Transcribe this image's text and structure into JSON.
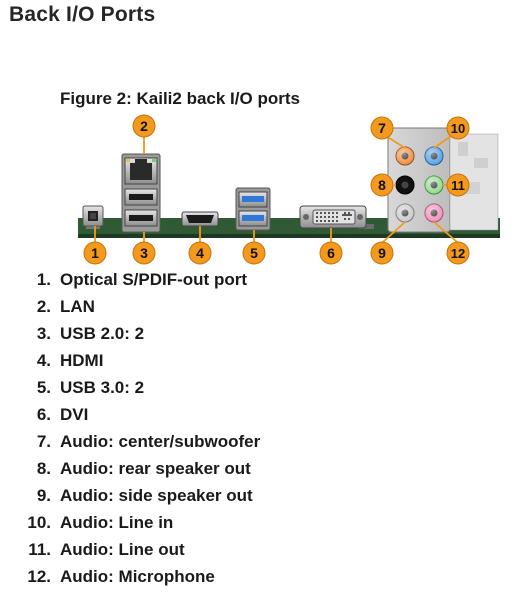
{
  "page": {
    "title": "Back I/O Ports"
  },
  "figure": {
    "caption": "Figure 2: Kaili2 back I/O ports",
    "callouts": [
      "1",
      "2",
      "3",
      "4",
      "5",
      "6",
      "7",
      "8",
      "9",
      "10",
      "11",
      "12"
    ],
    "colors": {
      "callout_fill": "#f39a1e",
      "callout_stroke": "#c87208",
      "board_green": "#2f5a34",
      "usb3_blue": "#2f78d8",
      "audio_orange": "#f08a3a",
      "audio_blue": "#4d9fe6",
      "audio_green": "#8fd88a",
      "audio_pink": "#f08cb4",
      "audio_gray": "#c8c8c8",
      "audio_black": "#111111"
    }
  },
  "ports": [
    {
      "num": "1.",
      "label": "Optical S/PDIF-out port"
    },
    {
      "num": "2.",
      "label": "LAN"
    },
    {
      "num": "3.",
      "label": "USB 2.0: 2"
    },
    {
      "num": "4.",
      "label": "HDMI"
    },
    {
      "num": "5.",
      "label": "USB 3.0: 2"
    },
    {
      "num": "6.",
      "label": "DVI"
    },
    {
      "num": "7.",
      "label": "Audio: center/subwoofer"
    },
    {
      "num": "8.",
      "label": "Audio: rear speaker out"
    },
    {
      "num": "9.",
      "label": "Audio: side speaker out"
    },
    {
      "num": "10.",
      "label": "Audio: Line in"
    },
    {
      "num": "11.",
      "label": "Audio: Line out"
    },
    {
      "num": "12.",
      "label": "Audio: Microphone"
    }
  ]
}
